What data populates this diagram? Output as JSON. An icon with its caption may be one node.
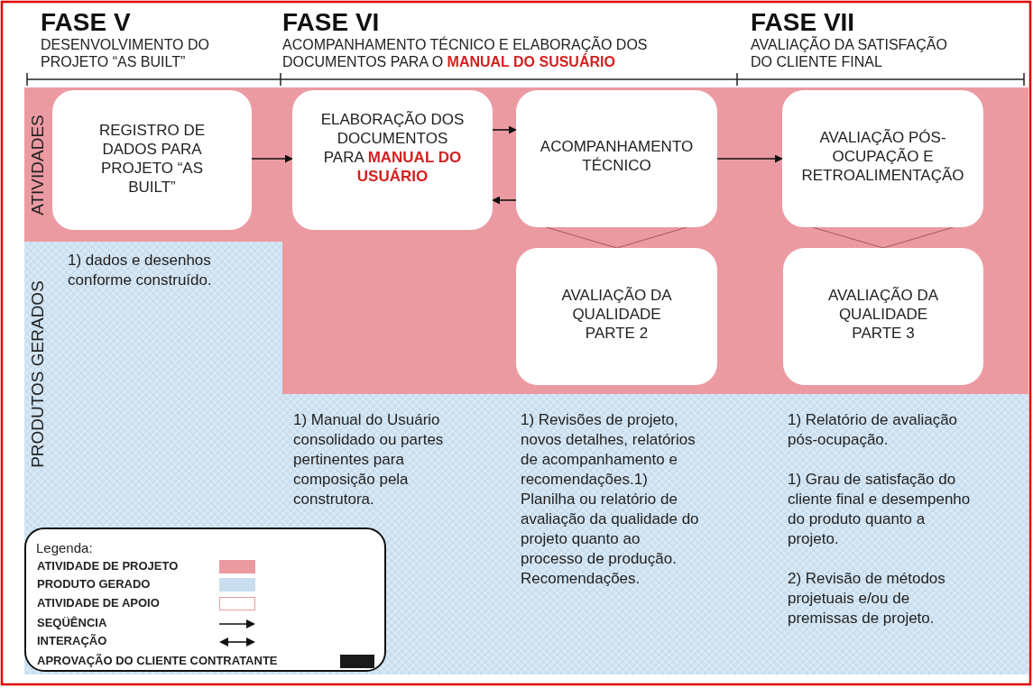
{
  "diagram": {
    "nodes": [
      {
        "text": [
          "REGISTRO DE DADOS PARA PROJETO “AS BUILT”"
        ]
      },
      {
        "text": [
          "ELABORAÇÃO DOS DOCUMENTOS PARA **MANUAL DO USUÁRIO**"
        ]
      },
      {
        "text": [
          "ACOMPANHAMENTO TÉCNICO"
        ]
      },
      {
        "text": [
          "AVALIAÇÃO PÓS-OCUPAÇÃO E RETROALIMENTAÇÃO"
        ]
      },
      {
        "text": [
          "AVALIAÇÃO DA QUALIDADE PARTE 2"
        ]
      },
      {
        "text": [
          "AVALIAÇÃO DA QUALIDADE PARTE 3"
        ]
      }
    ],
    "edges": [
      {
        "from": 0,
        "to": 1,
        "arrow": "to"
      },
      {
        "from": 1,
        "to": 2,
        "arrow": "to"
      },
      {
        "from": 2,
        "to": 1,
        "arrow": "to"
      },
      {
        "from": 2,
        "to": 3,
        "arrow": "to"
      },
      {
        "from": 2,
        "to": 4,
        "arrow": "none",
        "color": "#9c5a5a"
      },
      {
        "from": 2,
        "to": 4,
        "arrow": "none",
        "color": "#9c5a5a"
      },
      {
        "from": 3,
        "to": 5,
        "arrow": "none",
        "color": "#9c5a5a"
      },
      {
        "from": 3,
        "to": 5,
        "arrow": "none",
        "color": "#9c5a5a"
      }
    ],
    "labels": [
      "FASE V",
      "DESENVOLVIMENTO DO PROJETO “AS BUILT”",
      "FASE VI",
      "ACOMPANHAMENTO TÉCNICO E ELABORAÇÃO DOS DOCUMENTOS PARA O **MANUAL DO SUSUÁRIO**",
      "FASE VII",
      "AVALIAÇÃO DA SATISFAÇÃO DO CLIENTE FINAL",
      "ATIVIDADES",
      "PRODUTOS GERADOS",
      "1) dados e desenhos conforme construído.",
      "1) Manual do Usuário consolidado ou partes pertinentes para composição pela construtora.",
      "1) Revisões de projeto, novos detalhes, relatórios de acompanhamento e recomendações.1) Planilha ou relatório de avaliação da qualidade do projeto quanto ao processo de produção. Recomendações.",
      "1) Relatório de avaliação pós-ocupação.",
      "1) Grau de satisfação do cliente final e desempenho do produto quanto a projeto.",
      "2) Revisão de métodos projetuais e/ou de premissas de projeto.",
      "Legenda:"
    ],
    "legend": [
      {
        "text": "ATIVIDADE DE PROJETO",
        "color": "#ec9aa2"
      },
      {
        "text": "PRODUTO GERADO",
        "color": "#c9deef"
      },
      {
        "text": "ATIVIDADE DE APOIO",
        "color": "#ffffff"
      },
      {
        "text": "SEQÜÊNCIA"
      },
      {
        "text": "INTERAÇÃO"
      },
      {
        "text": "APROVAÇÃO DO CLIENTE CONTRATANTE",
        "color": "#1a1a1a"
      }
    ]
  }
}
